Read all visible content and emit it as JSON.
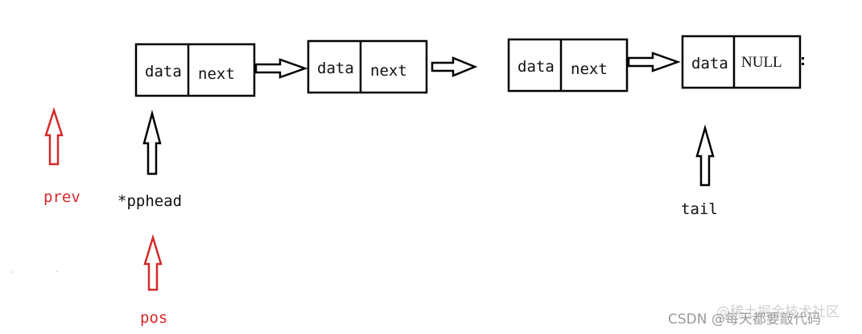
{
  "nodes": [
    {
      "data_label": "data",
      "next_label": "next"
    },
    {
      "data_label": "data",
      "next_label": "next"
    },
    {
      "data_label": "data",
      "next_label": "next"
    },
    {
      "data_label": "data",
      "next_label": "NULL"
    }
  ],
  "pointers": {
    "prev": "prev",
    "pphead": "*pphead",
    "pos": "pos",
    "tail": "tail"
  },
  "colors": {
    "box_stroke": "#000000",
    "pointer_black": "#000000",
    "pointer_red": "#d42a2a"
  },
  "watermark": {
    "csdn": "CSDN @每天都要敲代码",
    "juejin": "@稀土掘金技术社区"
  }
}
